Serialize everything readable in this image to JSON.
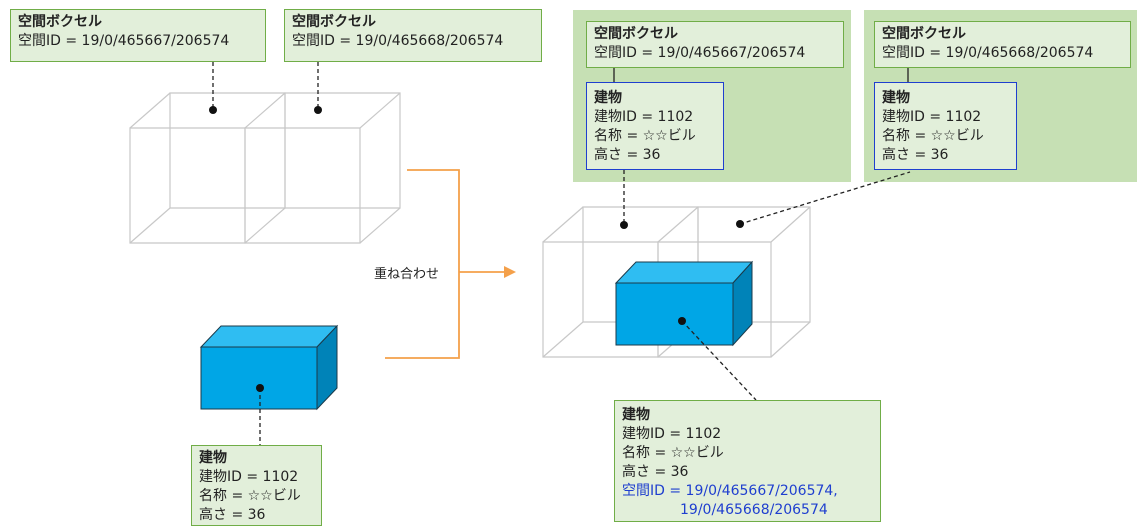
{
  "voxel_left_1": {
    "title": "空間ボクセル",
    "id_line": "空間ID = 19/0/465667/206574"
  },
  "voxel_left_2": {
    "title": "空間ボクセル",
    "id_line": "空間ID = 19/0/465668/206574"
  },
  "building_left": {
    "title": "建物",
    "id_line": "建物ID = 1102",
    "name_line": "名称 = ☆☆ビル",
    "height_line": "高さ = 36"
  },
  "overlay_label": "重ね合わせ",
  "voxel_right_1": {
    "title": "空間ボクセル",
    "id_line": "空間ID = 19/0/465667/206574"
  },
  "voxel_right_2": {
    "title": "空間ボクセル",
    "id_line": "空間ID = 19/0/465668/206574"
  },
  "building_in_voxel_1": {
    "title": "建物",
    "id_line": "建物ID = 1102",
    "name_line": "名称 = ☆☆ビル",
    "height_line": "高さ = 36"
  },
  "building_in_voxel_2": {
    "title": "建物",
    "id_line": "建物ID = 1102",
    "name_line": "名称 = ☆☆ビル",
    "height_line": "高さ = 36"
  },
  "building_result": {
    "title": "建物",
    "id_line": "建物ID = 1102",
    "name_line": "名称 = ☆☆ビル",
    "height_line": "高さ = 36",
    "spatial_line_1": "空間ID = 19/0/465667/206574,",
    "spatial_line_2": "19/0/465668/206574"
  },
  "colors": {
    "box_fill": "#e2efda",
    "box_border": "#70ad47",
    "panel_fill": "#c6e0b4",
    "building_front": "#00a6e6",
    "building_top": "#2fbdf2",
    "building_side": "#0083b8",
    "arrow": "#f4a04a",
    "highlight_text": "#1f3fcf"
  }
}
